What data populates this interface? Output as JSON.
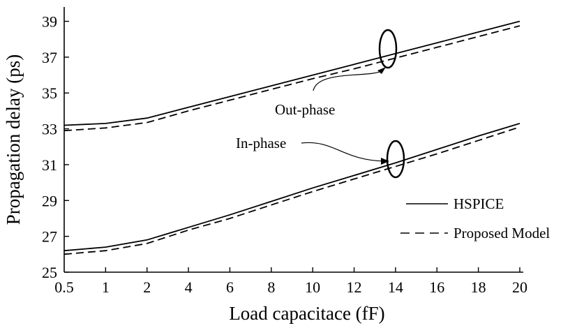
{
  "chart_data": {
    "type": "line",
    "title": "",
    "xlabel": "Load capacitace (fF)",
    "ylabel": "Propagation delay (ps)",
    "x_tick_labels": [
      "0.5",
      "1",
      "2",
      "4",
      "6",
      "8",
      "10",
      "12",
      "14",
      "16",
      "18",
      "20"
    ],
    "y_ticks": [
      25,
      27,
      29,
      31,
      33,
      35,
      37,
      39
    ],
    "ylim": [
      25,
      39.8
    ],
    "grid": false,
    "legend_position": "right",
    "series": [
      {
        "name": "HSPICE",
        "group": "Out-phase",
        "style": "solid",
        "values": [
          33.2,
          33.3,
          33.6,
          34.2,
          34.8,
          35.4,
          36.0,
          36.6,
          37.2,
          37.8,
          38.4,
          39.0
        ]
      },
      {
        "name": "Proposed Model",
        "group": "Out-phase",
        "style": "dashed",
        "values": [
          32.9,
          33.05,
          33.35,
          34.0,
          34.6,
          35.2,
          35.8,
          36.35,
          36.95,
          37.55,
          38.15,
          38.75
        ]
      },
      {
        "name": "HSPICE",
        "group": "In-phase",
        "style": "solid",
        "values": [
          26.2,
          26.4,
          26.8,
          27.5,
          28.2,
          28.95,
          29.7,
          30.4,
          31.1,
          31.85,
          32.6,
          33.3
        ]
      },
      {
        "name": "Proposed Model",
        "group": "In-phase",
        "style": "dashed",
        "values": [
          26.0,
          26.2,
          26.6,
          27.35,
          28.0,
          28.75,
          29.5,
          30.2,
          30.9,
          31.6,
          32.35,
          33.1
        ]
      }
    ],
    "annotations": [
      {
        "text": "Out-phase"
      },
      {
        "text": "In-phase"
      }
    ],
    "legend": [
      {
        "label": "HSPICE",
        "style": "solid"
      },
      {
        "label": "Proposed Model",
        "style": "dashed"
      }
    ]
  }
}
